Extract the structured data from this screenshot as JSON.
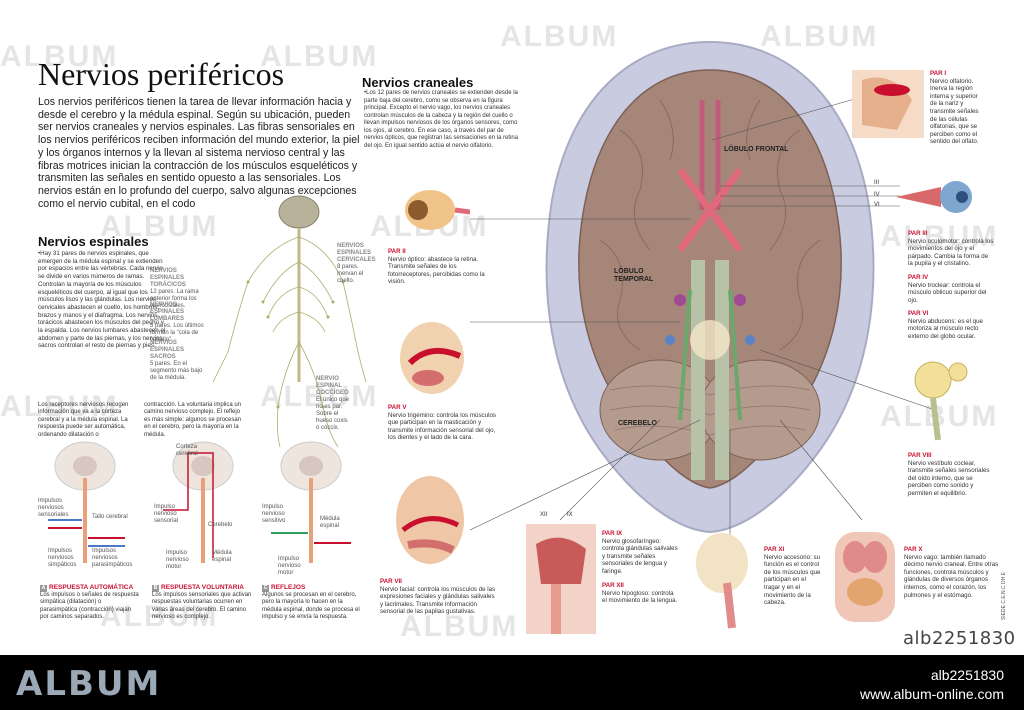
{
  "title": "Nervios periféricos",
  "intro": "Los nervios periféricos tienen la tarea de llevar información hacia y desde el cerebro y la médula espinal. Según su ubicación, pueden ser nervios craneales y nervios espinales. Las fibras sensoriales en los nervios periféricos reciben información del mundo exterior, la piel y los órganos internos y la llevan al sistema nervioso central y las fibras motrices inician la contracción de los músculos esqueléticos y transmiten las señales en sentido opuesto a las sensoriales. Los nervios están en lo profundo del cuerpo, salvo algunas excepciones como el nervio cubital, en el codo",
  "espinales": {
    "heading": "Nervios espinales",
    "body": "•Hay 31 pares de nervios espinales, que emergen de la médula espinal y se extienden por espacios entre las vértebras. Cada nervio se divide en varios números de ramas. Controlan la mayoría de los músculos esqueléticos del cuerpo, al igual que los músculos lisos y las glándulas. Los nervios cervicales abastecen el cuello, los hombros, brazos y manos y el diafragma. Los nervios torácicos abastecen los músculos del pecho y la espalda. Los nervios lumbares abastecen el abdomen y parte de las piernas, y los nervios sacros controlan el resto de piernas y pies.",
    "labels": {
      "cervicales_t": "NERVIOS ESPINALES CERVICALES",
      "cervicales_d": "8 pares. Inervan el cuello.",
      "toracicos_t": "NERVIOS ESPINALES TORÁCICOS",
      "toracicos_d": "12 pares. La rama anterior forma los intercostales.",
      "lumbares_t": "NERVIOS ESPINALES LUMBARES",
      "lumbares_d": "5 pares. Los últimos forman la \"cola de caballo\".",
      "sacros_t": "NERVIOS ESPINALES SACROS",
      "sacros_d": "5 pares. En el segmento más bajo de la médula.",
      "coccigeo_t": "NERVIO ESPINAL COCCÍGEO",
      "coccigeo_d": "El único que no es par. Sobre el hueso coxis o cóccix."
    },
    "receptores": "Los receptores nerviosos recogen información que va a la corteza cerebral y a la médula espinal. La respuesta puede ser automática, ordenando dilatación o",
    "contraccion": "contracción. La voluntaria implica un camino nervioso complejo. El reflejo es más simple: algunos se procesan en el cerebro, pero la mayoría en la médula.",
    "diagram_labels": {
      "sensoriales": "Impulsos nerviosos sensoriales",
      "tallo": "Tallo cerebral",
      "simpaticos": "Impulsos nerviosos simpáticos",
      "parasimpaticos": "Impulsos nerviosos parasimpáticos",
      "corteza": "Corteza cerebral",
      "sensorial": "Impulso nervioso sensorial",
      "cerebelo": "Cerebelo",
      "motor": "Impulso nervioso motor",
      "medula": "Médula espinal",
      "sensitivo": "Impulso nervioso sensitivo",
      "medula2": "Médula espinal",
      "motor2": "Impulso nervioso motor"
    },
    "respuestas": [
      {
        "badge": "A",
        "title": "RESPUESTA AUTOMÁTICA",
        "text": "Los impulsos o señales de respuesta simpática (dilatación) o parasimpática (contracción) viajan por caminos separados."
      },
      {
        "badge": "B",
        "title": "RESPUESTA VOLUNTARIA",
        "text": "Los impulsos sensoriales que activan respuestas voluntarias ocurren en varias áreas del cerebro. El camino nervioso es complejo."
      },
      {
        "badge": "C",
        "title": "REFLEJOS",
        "text": "Algunos se procesan en el cerebro, pero la mayoría lo hacen en la médula espinal, donde se procesa el impulso y se envía la respuesta."
      }
    ]
  },
  "craneales": {
    "heading": "Nervios craneales",
    "body": "•Los 12 pares de nervios craneales se extienden desde la parte baja del cerebro, como se observa en la figura principal. Excepto el nervio vago, los nervios craneales controlan músculos de la cabeza y la región del cuello o llevan impulsos nerviosos de los órganos sensores, como los ojos, al cerebro. En ese caso, a través del par de nervios ópticos, que registran las sensaciones en la retina del ojo. En igual sentido actúa el nervio olfatorio.",
    "brain_labels": {
      "frontal": "LÓBULO FRONTAL",
      "temporal": "LÓBULO TEMPORAL",
      "cerebelo": "CEREBELO"
    },
    "roman": [
      "III",
      "IV",
      "VI",
      "XII",
      "IX"
    ],
    "pares": [
      {
        "id": "I",
        "title": "PAR I",
        "text": "Nervio olfatorio. Inerva la región interna y superior de la nariz y transmite señales de las células olfatorias, que se perciben como el sentido del olfato."
      },
      {
        "id": "II",
        "title": "PAR II",
        "text": "Nervio óptico: abastece la retina. Transmite señales de los fotorreceptores, percibidas como la visión."
      },
      {
        "id": "III",
        "title": "PAR III",
        "text": "Nervio oculomotor: controla los movimientos del ojo y el párpado. Cambia la forma de la pupila y el cristalino."
      },
      {
        "id": "IV",
        "title": "PAR IV",
        "text": "Nervio troclear: controla el músculo oblicuo superior del ojo."
      },
      {
        "id": "VI",
        "title": "PAR VI",
        "text": "Nervio abducens: es el que motoriza al músculo recto externo del globo ocular."
      },
      {
        "id": "V",
        "title": "PAR V",
        "text": "Nervio trigémino: controla los músculos que participan en la masticación y transmite información sensorial del ojo, los dientes y el lado de la cara."
      },
      {
        "id": "VIII",
        "title": "PAR VIII",
        "text": "Nervio vestíbulo coclear, transmite señales sensoriales del oído interno, que se perciben como sonido y permiten el equilibrio."
      },
      {
        "id": "VII",
        "title": "PAR VII",
        "text": "Nervio facial: controla los músculos de las expresiones faciales y glándulas salivales y lacrimales. Transmite información sensorial de las papilas gustativas."
      },
      {
        "id": "IX",
        "title": "PAR IX",
        "text": "Nervio glosofaríngeo: controla glándulas salivales y transmite señales sensoriales de lengua y faringe."
      },
      {
        "id": "XII",
        "title": "PAR XII",
        "text": "Nervio hipogloso: controla el movimiento de la lengua."
      },
      {
        "id": "XI",
        "title": "PAR XI",
        "text": "Nervio accesorio: su función es el control de los músculos que participan en el tragar y en el movimiento de la cabeza."
      },
      {
        "id": "X",
        "title": "PAR X",
        "text": "Nervio vago: también llamado décimo nervio craneal. Entre otras funciones, controla músculos y glándulas de diversos órganos internos, como el corazón, los pulmones y el estómago."
      }
    ]
  },
  "side_code": "SIEDE C.E.N.C DH E",
  "watermark": "ALBUM",
  "stock_id": "alb2251830",
  "footer": {
    "logo": "ALBUM",
    "id": "alb2251830",
    "url": "www.album-online.com"
  },
  "colors": {
    "accent": "#c8102e",
    "footer_bg": "#000000",
    "logo": "#9aa9b5"
  }
}
